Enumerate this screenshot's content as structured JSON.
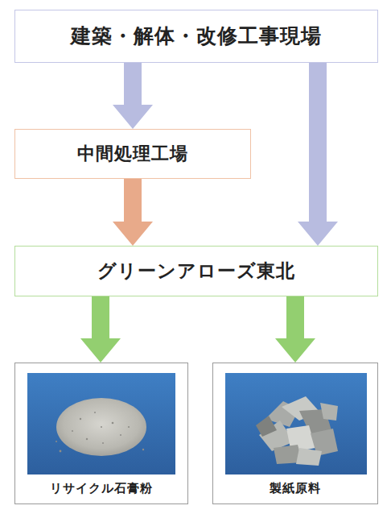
{
  "diagram": {
    "nodes": [
      {
        "text": [
          "建築・解体・改修工事現場"
        ]
      },
      {
        "text": [
          "中間処理工場"
        ]
      },
      {
        "text": [
          "グリーンアローズ東北"
        ]
      },
      {
        "text": [
          "リサイクル石膏粉"
        ]
      },
      {
        "text": [
          "製紙原料"
        ]
      }
    ],
    "edges": [
      {
        "from": 0,
        "to": 1,
        "arrow": "to"
      },
      {
        "from": 0,
        "to": 2,
        "arrow": "to"
      },
      {
        "from": 1,
        "to": 2,
        "arrow": "to"
      },
      {
        "from": 2,
        "to": 3,
        "arrow": "to"
      },
      {
        "from": 2,
        "to": 4,
        "arrow": "to"
      }
    ]
  }
}
